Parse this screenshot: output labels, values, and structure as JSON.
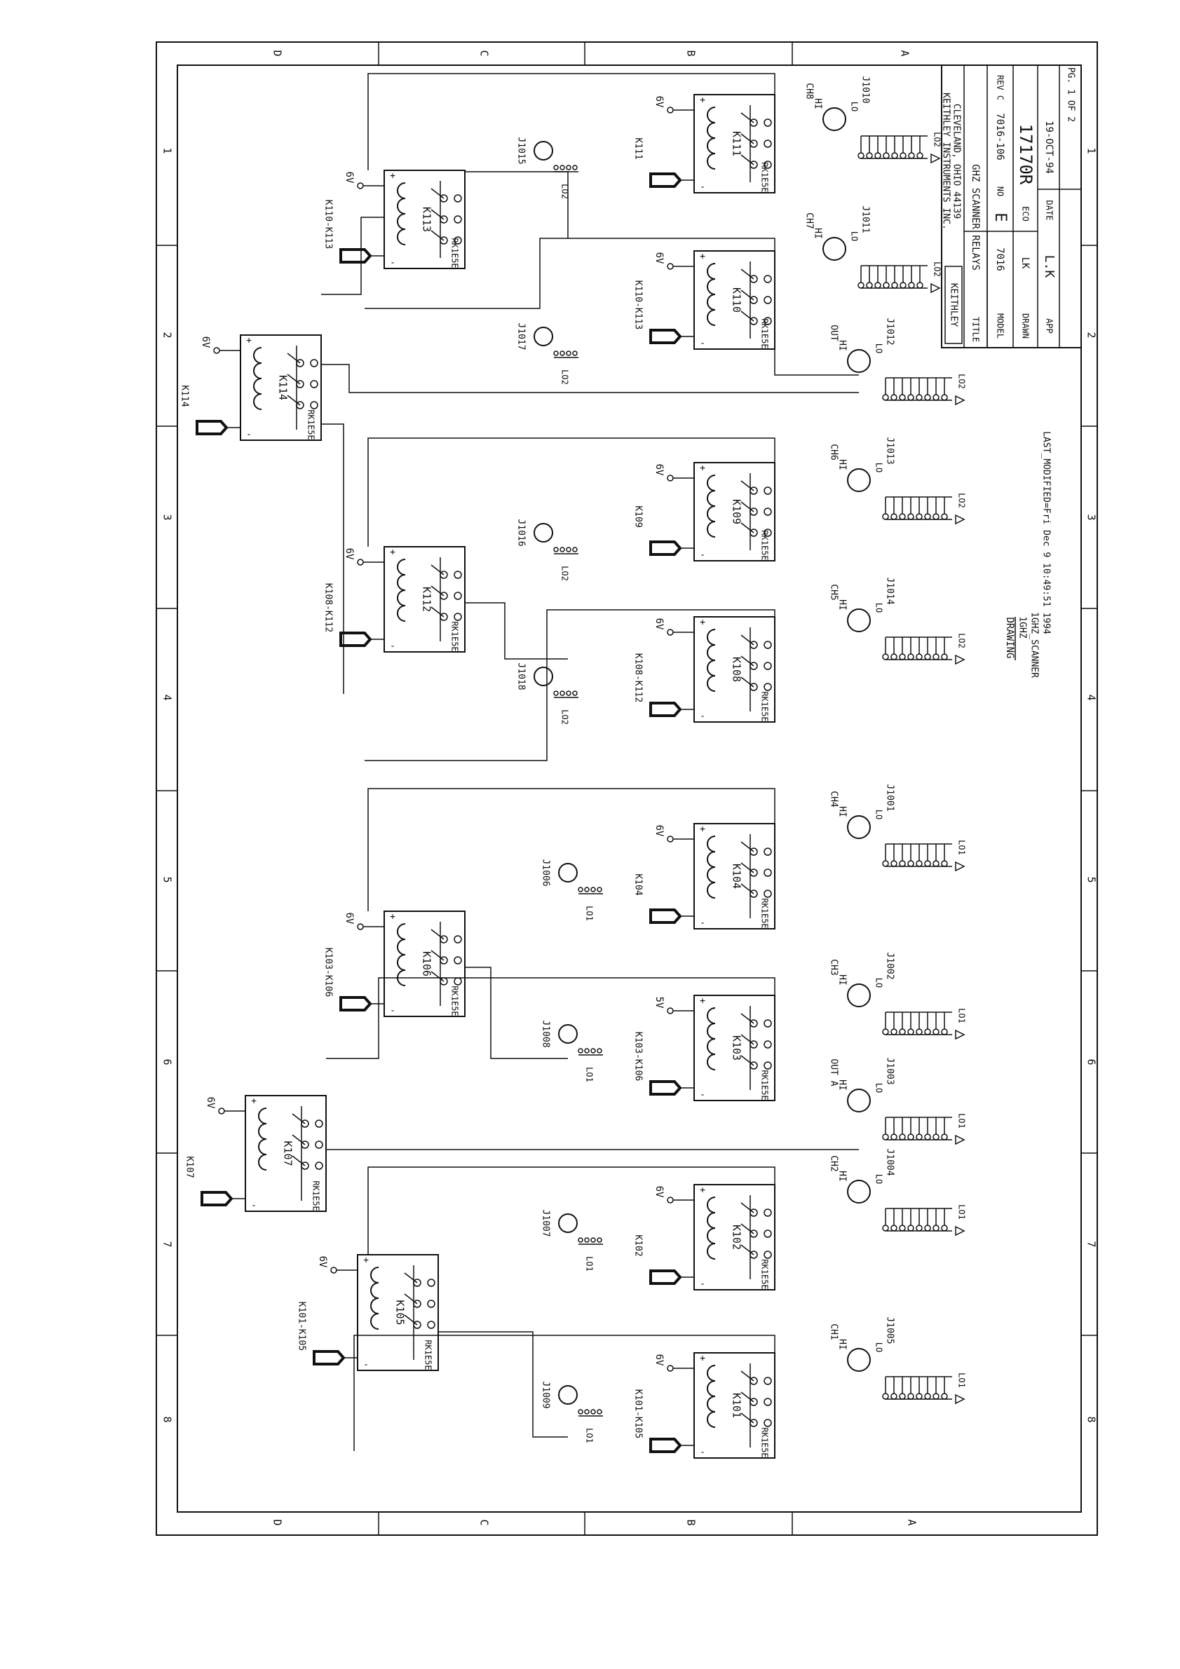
{
  "sheet": {
    "border_zones_top": [
      "D",
      "C",
      "B",
      "A"
    ],
    "border_zones_bottom": [
      "D",
      "C",
      "B",
      "A"
    ],
    "border_zones_left": [
      "1",
      "2",
      "3",
      "4",
      "5",
      "6",
      "7",
      "8"
    ],
    "border_zones_right": [
      "1",
      "2",
      "3",
      "4",
      "5",
      "6",
      "7",
      "8"
    ]
  },
  "title_block": {
    "company_logo": "KEITHLEY",
    "company_name": "KEITHLEY INSTRUMENTS INC.",
    "company_address": "CLEVELAND, OHIO 44139",
    "title_label": "TITLE",
    "title": "GHZ SCANNER RELAYS",
    "model_label": "MODEL",
    "model": "7016",
    "size": "E",
    "no_label": "NO",
    "drawing_no": "7016-106",
    "rev_label": "REV C",
    "drawn_label": "DRAWN",
    "drawn_by": "LK",
    "eco_label": "ECO",
    "eco": "17170R",
    "app_label": "APP",
    "app_by": "L.K",
    "date_label": "DATE",
    "date": "19-OCT-94",
    "page": "PG. 1 OF 2"
  },
  "drawing_info": {
    "heading": "DRAWING",
    "line1": "1GHZ",
    "line2": "1GHZ_SCANNER",
    "line3": "LAST_MODIFIED=Fri Dec 9 10:49:51 1994"
  },
  "relays": [
    {
      "ref": "K111",
      "drive_ref": "K111",
      "supply": "6V",
      "part": "RK1E5E"
    },
    {
      "ref": "K110",
      "drive_ref": "K110-K113",
      "supply": "6V",
      "part": "RK1E5E"
    },
    {
      "ref": "K113",
      "drive_ref": "K110-K113",
      "supply": "6V",
      "part": "RK1E5E"
    },
    {
      "ref": "K114",
      "drive_ref": "K114",
      "supply": "6V",
      "part": "RK1E5E"
    },
    {
      "ref": "K109",
      "drive_ref": "K109",
      "supply": "6V",
      "part": "RK1E5E"
    },
    {
      "ref": "K112",
      "drive_ref": "K108-K112",
      "supply": "6V",
      "part": "RK1E5E"
    },
    {
      "ref": "K108",
      "drive_ref": "K108-K112",
      "supply": "6V",
      "part": "RK1E5E"
    },
    {
      "ref": "K104",
      "drive_ref": "K104",
      "supply": "6V",
      "part": "RK1E5E"
    },
    {
      "ref": "K106",
      "drive_ref": "K103-K106",
      "supply": "6V",
      "part": "RK1E5E"
    },
    {
      "ref": "K103",
      "drive_ref": "K103-K106",
      "supply": "5V",
      "part": "RK1E5E"
    },
    {
      "ref": "K107",
      "drive_ref": "K107",
      "supply": "6V",
      "part": "RK1E5E"
    },
    {
      "ref": "K102",
      "drive_ref": "K102",
      "supply": "6V",
      "part": "RK1E5E"
    },
    {
      "ref": "K105",
      "drive_ref": "K101-K105",
      "supply": "6V",
      "part": "RK1E5E"
    },
    {
      "ref": "K101",
      "drive_ref": "K101-K105",
      "supply": "6V",
      "part": "RK1E5E"
    }
  ],
  "connectors": [
    {
      "ref": "J1010",
      "channel": "CH8",
      "ground": "LO2"
    },
    {
      "ref": "J1011",
      "channel": "CH7",
      "ground": "LO2"
    },
    {
      "ref": "J1012",
      "channel": "OUT",
      "ground": "LO2"
    },
    {
      "ref": "J1013",
      "channel": "CH6",
      "ground": "LO2"
    },
    {
      "ref": "J1014",
      "channel": "CH5",
      "ground": "LO2"
    },
    {
      "ref": "J1001",
      "channel": "CH4",
      "ground": "LO1"
    },
    {
      "ref": "J1002",
      "channel": "CH3",
      "ground": "LO1"
    },
    {
      "ref": "J1003",
      "channel": "OUT A",
      "ground": "LO1"
    },
    {
      "ref": "J1004",
      "channel": "CH2",
      "ground": "LO1"
    },
    {
      "ref": "J1005",
      "channel": "CH1",
      "ground": "LO1"
    }
  ],
  "aux_connectors": [
    {
      "ref": "J1015",
      "ground": "LO2"
    },
    {
      "ref": "J1017",
      "ground": "LO2"
    },
    {
      "ref": "J1016",
      "ground": "LO2"
    },
    {
      "ref": "J1018",
      "ground": "LO2"
    },
    {
      "ref": "J1006",
      "ground": "LO1"
    },
    {
      "ref": "J1008",
      "ground": "LO1"
    },
    {
      "ref": "J1007",
      "ground": "LO1"
    },
    {
      "ref": "J1009",
      "ground": "LO1"
    }
  ],
  "labels": {
    "hi": "HI",
    "lo": "LO",
    "lo1": "LO1",
    "lo2": "LO2",
    "pin_plus": "+",
    "pin_minus": "-"
  }
}
